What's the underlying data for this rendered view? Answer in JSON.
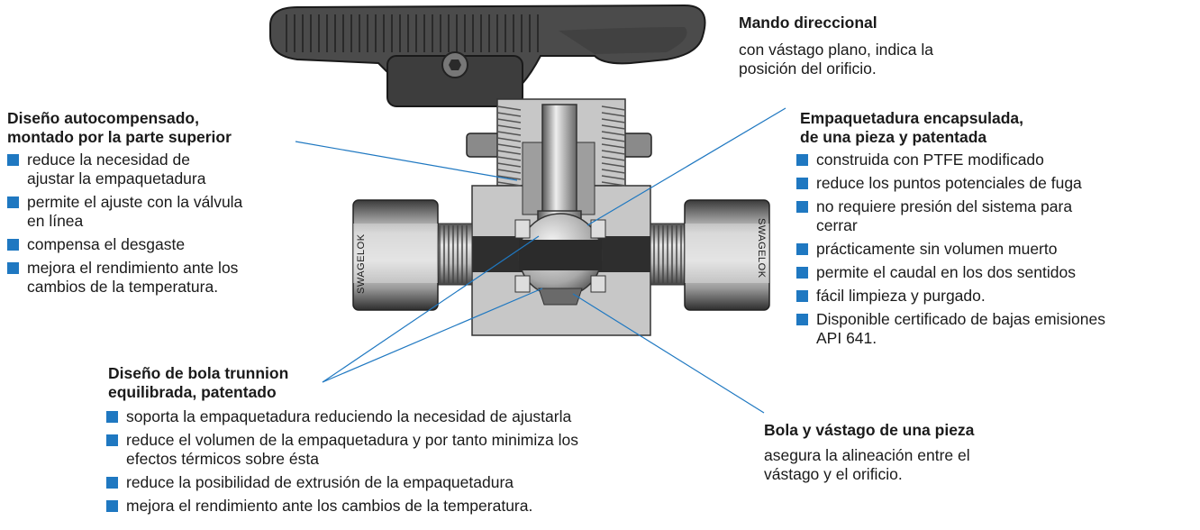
{
  "colors": {
    "bullet": "#1f78c1",
    "leader_line": "#1f78c1",
    "body_gray": "#c7c7c7",
    "handle_dark": "#4a4a4a"
  },
  "fitting_brand": "SWAGELOK",
  "callouts": {
    "handle": {
      "title": "Mando direccional",
      "text": [
        "con vástago plano, indica la",
        "posición del orificio."
      ]
    },
    "self_compensating": {
      "title": [
        "Diseño autocompensado,",
        "montado por la parte superior"
      ],
      "bullets": [
        [
          "reduce la necesidad de",
          "ajustar la empaquetadura"
        ],
        [
          "permite el ajuste con la válvula",
          "en línea"
        ],
        [
          "compensa el desgaste"
        ],
        [
          "mejora el rendimiento ante los",
          "cambios de la temperatura."
        ]
      ]
    },
    "packing": {
      "title": [
        "Empaquetadura encapsulada,",
        "de una pieza y patentada"
      ],
      "bullets": [
        [
          "construida con PTFE modificado"
        ],
        [
          "reduce los puntos potenciales de fuga"
        ],
        [
          "no requiere presión del sistema para",
          "cerrar"
        ],
        [
          "prácticamente sin volumen muerto"
        ],
        [
          "permite el caudal en los dos sentidos"
        ],
        [
          "fácil limpieza y purgado."
        ],
        [
          "Disponible certificado de bajas emisiones",
          "API 641."
        ]
      ]
    },
    "trunnion": {
      "title": [
        "Diseño de bola trunnion",
        "equilibrada, patentado"
      ],
      "bullets": [
        [
          "soporta la empaquetadura reduciendo la necesidad de ajustarla"
        ],
        [
          "reduce el volumen de la empaquetadura y por tanto minimiza los",
          "efectos térmicos sobre ésta"
        ],
        [
          "reduce la posibilidad de extrusión de la empaquetadura"
        ],
        [
          "mejora el rendimiento ante los cambios de la temperatura."
        ]
      ]
    },
    "ball_stem": {
      "title": "Bola y vástago de una pieza",
      "text": [
        "asegura la alineación entre el",
        "vástago y el orificio."
      ]
    }
  }
}
